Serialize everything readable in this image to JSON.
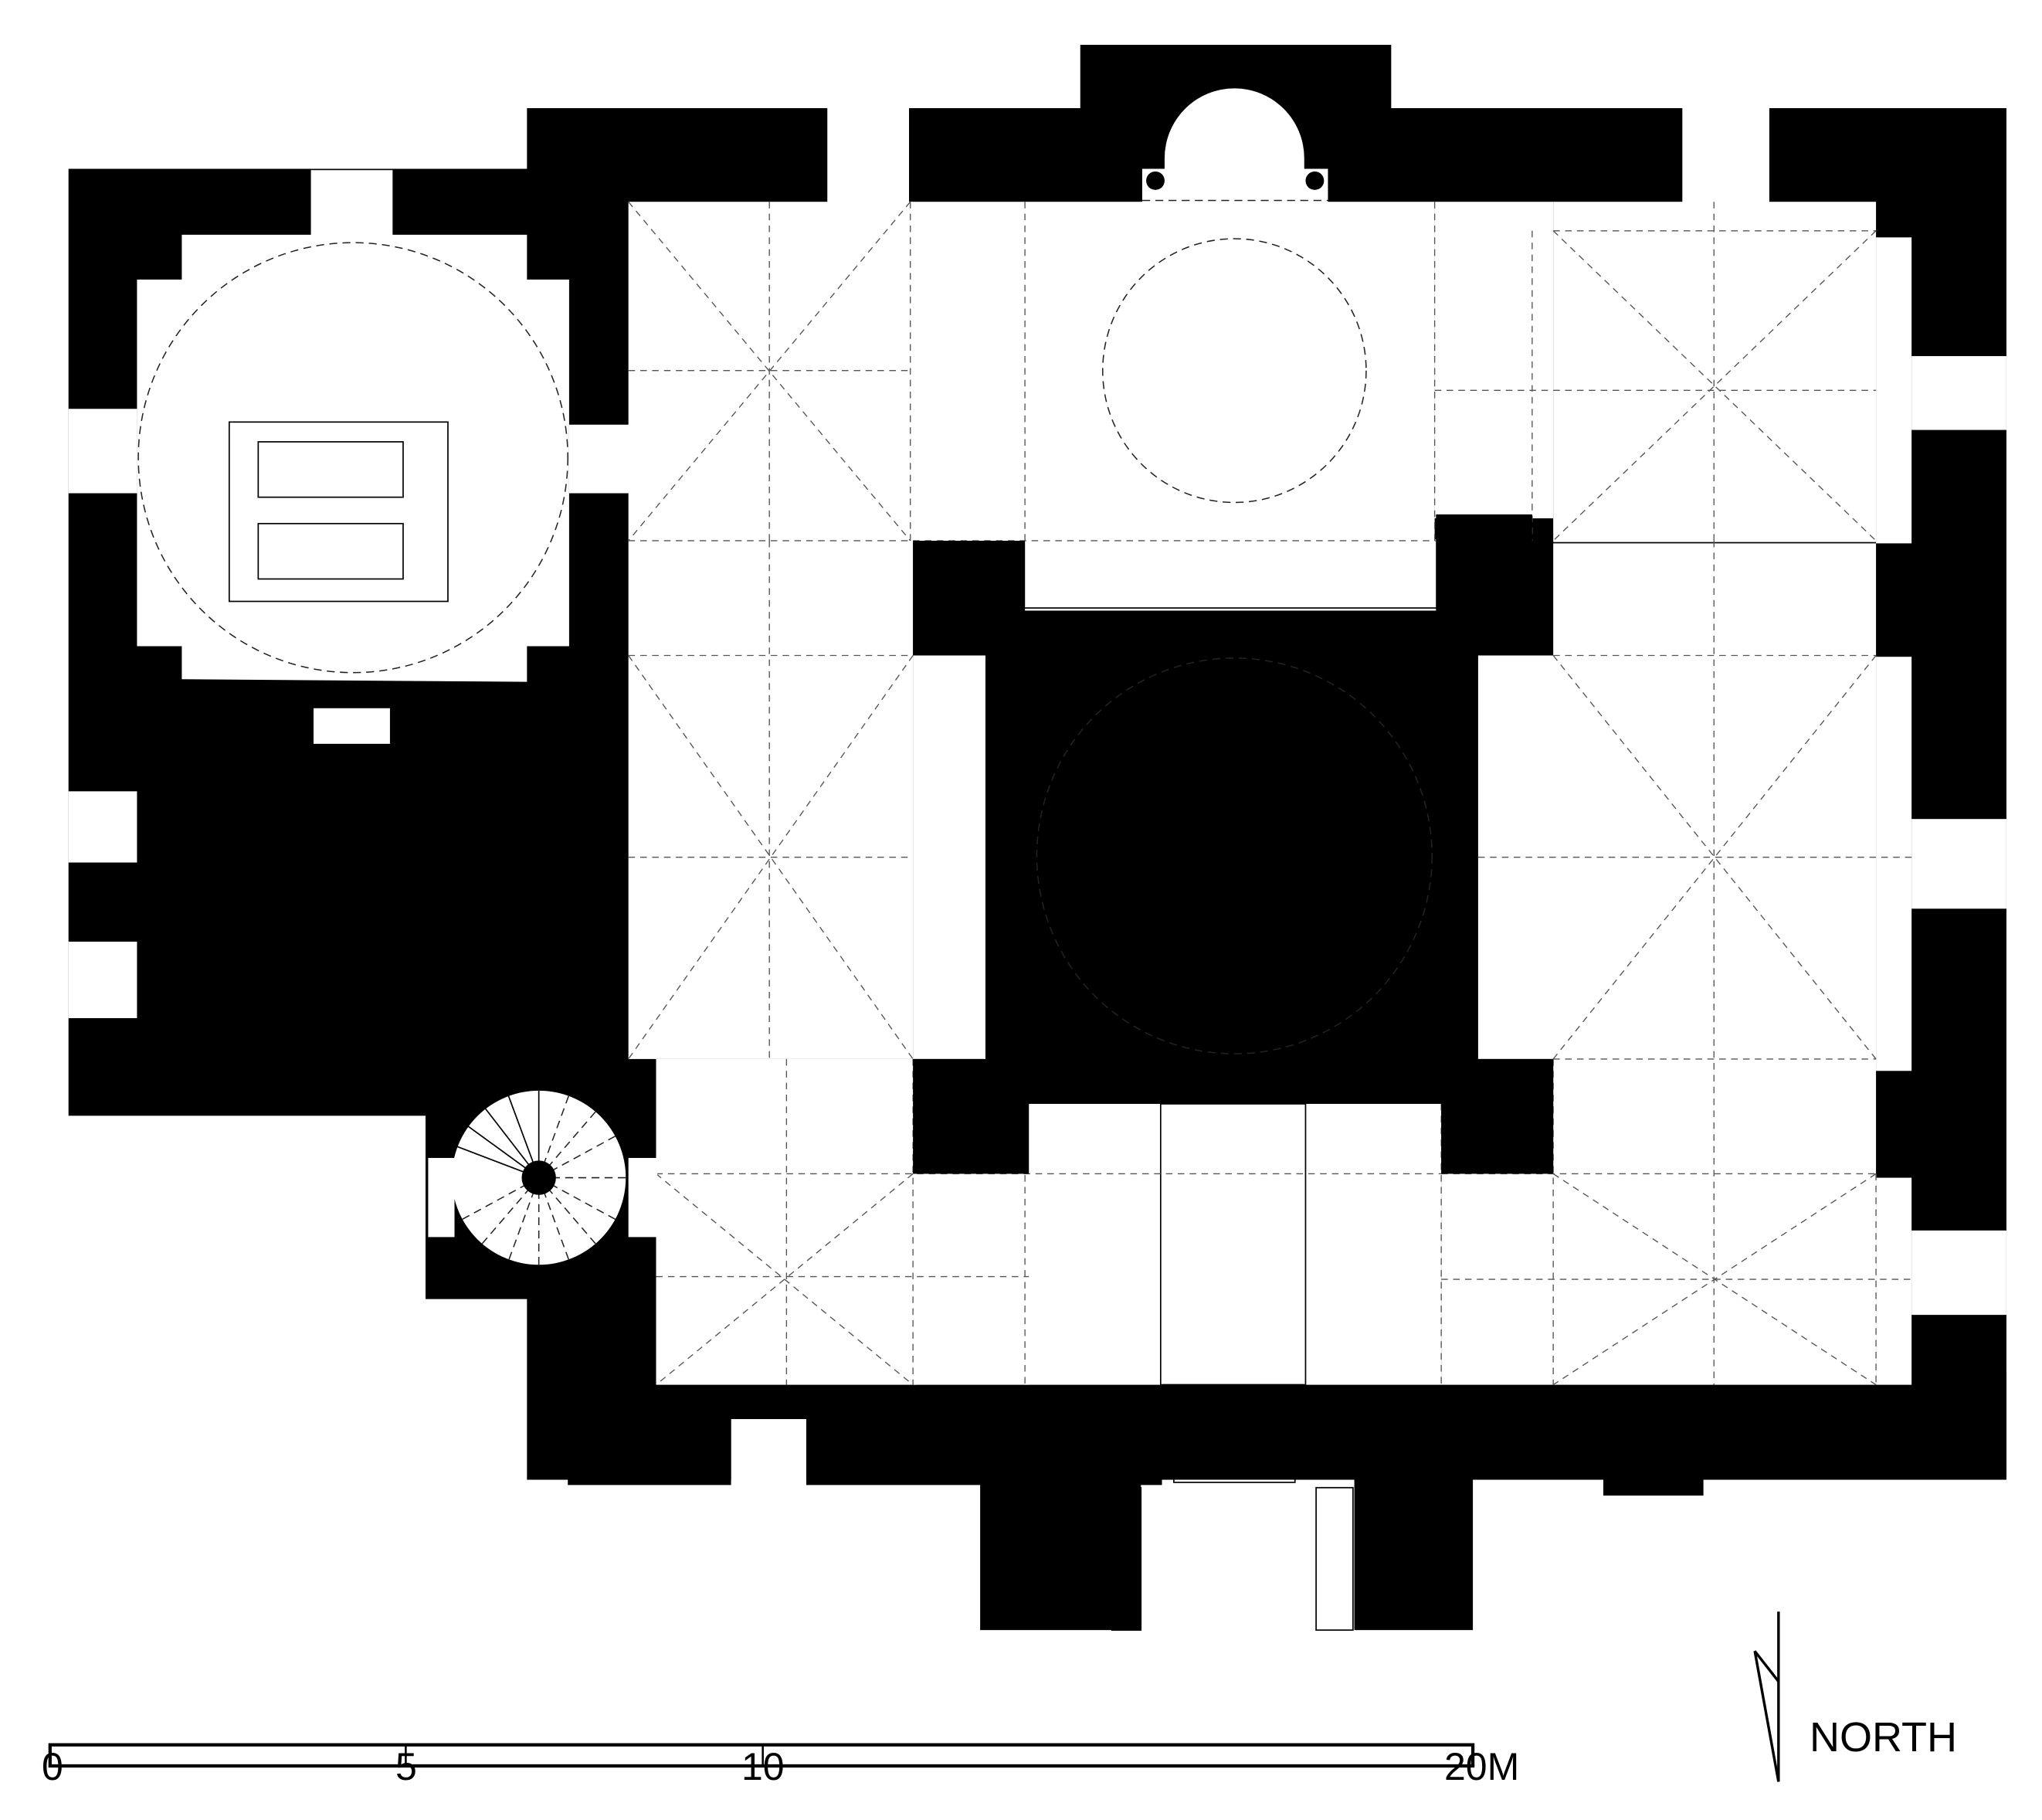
{
  "diagram": {
    "type": "architectural-floor-plan",
    "colors": {
      "wall": "#000000",
      "background": "#ffffff",
      "vault_lines": "#555555"
    }
  },
  "scale_bar": {
    "ticks": [
      {
        "label": "0"
      },
      {
        "label": "5"
      },
      {
        "label": "10"
      },
      {
        "label": "20M"
      }
    ]
  },
  "north_arrow": {
    "label": "NORTH"
  }
}
